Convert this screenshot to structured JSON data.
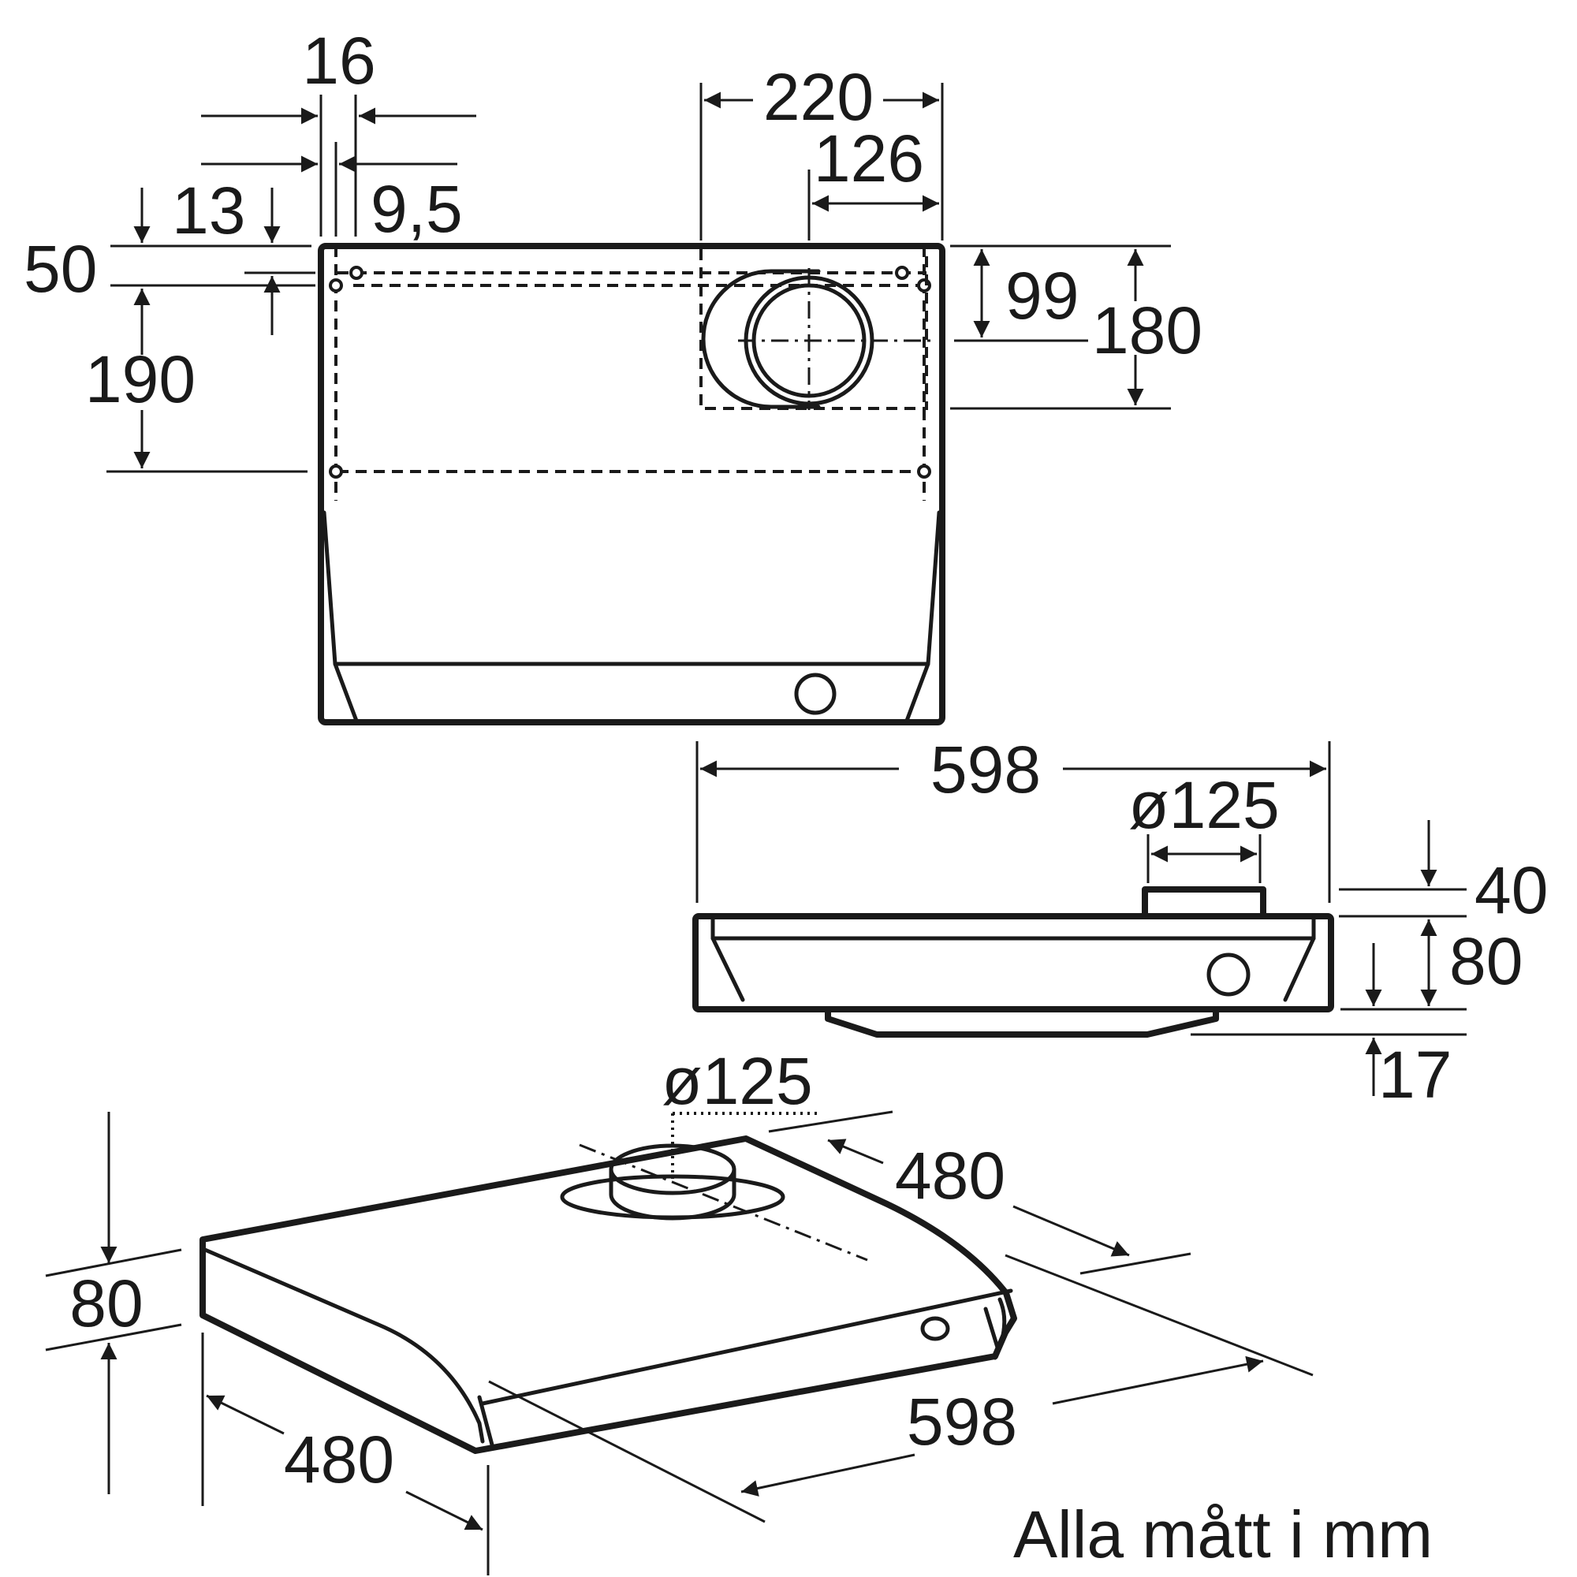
{
  "top_view": {
    "dim_16": "16",
    "dim_9_5": "9,5",
    "dim_13": "13",
    "dim_50": "50",
    "dim_190": "190",
    "dim_220": "220",
    "dim_126": "126",
    "dim_99": "99",
    "dim_180": "180"
  },
  "front_view": {
    "dim_598": "598",
    "dim_duct": "ø125",
    "dim_40": "40",
    "dim_80": "80",
    "dim_17": "17"
  },
  "iso_view": {
    "dim_duct": "ø125",
    "dim_depth_top": "480",
    "dim_height": "80",
    "dim_depth_bottom": "480",
    "dim_width": "598"
  },
  "caption": "Alla mått i mm"
}
